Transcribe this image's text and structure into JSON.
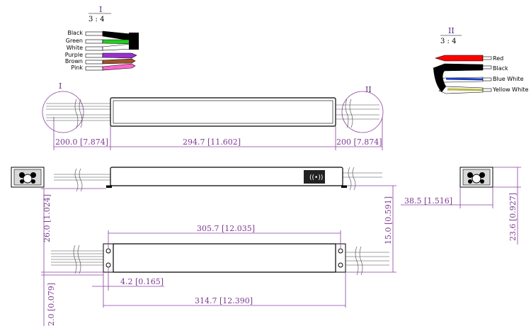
{
  "legend_I": {
    "numeral": "I",
    "ratio": "3 : 4",
    "wires": [
      {
        "name": "Black",
        "color": "#000000"
      },
      {
        "name": "Green",
        "color": "#22cc22"
      },
      {
        "name": "White",
        "color": "#ffffff"
      },
      {
        "name": "Purple",
        "color": "#9a2fd0"
      },
      {
        "name": "Brown",
        "color": "#a0522d"
      },
      {
        "name": "Pink",
        "color": "#ff66cc"
      }
    ]
  },
  "legend_II": {
    "numeral": "II",
    "ratio": "3 : 4",
    "wires": [
      {
        "name": "Red",
        "color": "#ff0000"
      },
      {
        "name": "Black",
        "color": "#000000"
      },
      {
        "name": "Blue White",
        "color": "#1f3fbf"
      },
      {
        "name": "Yellow White",
        "color": "#b9b94a"
      }
    ]
  },
  "detail_labels": {
    "left": "I",
    "right": "II"
  },
  "dimensions": {
    "lead_left": "200.0 [7.874]",
    "body_length_top": "294.7 [11.602]",
    "lead_right": "200 [7.874]",
    "end_width": "38.5 [1.516]",
    "end_height": "23.6 [0.927]",
    "height_left": "26.0 [1.024]",
    "height_right": "15.0 [0.591]",
    "hole_spacing": "305.7 [12.035]",
    "hole_offset": "4.2 [0.165]",
    "overall_length": "314.7 [12.390]",
    "flange_thickness": "2.0 [0.079]"
  },
  "colors": {
    "dimension": "#8a3fa0",
    "outline": "#000000"
  }
}
